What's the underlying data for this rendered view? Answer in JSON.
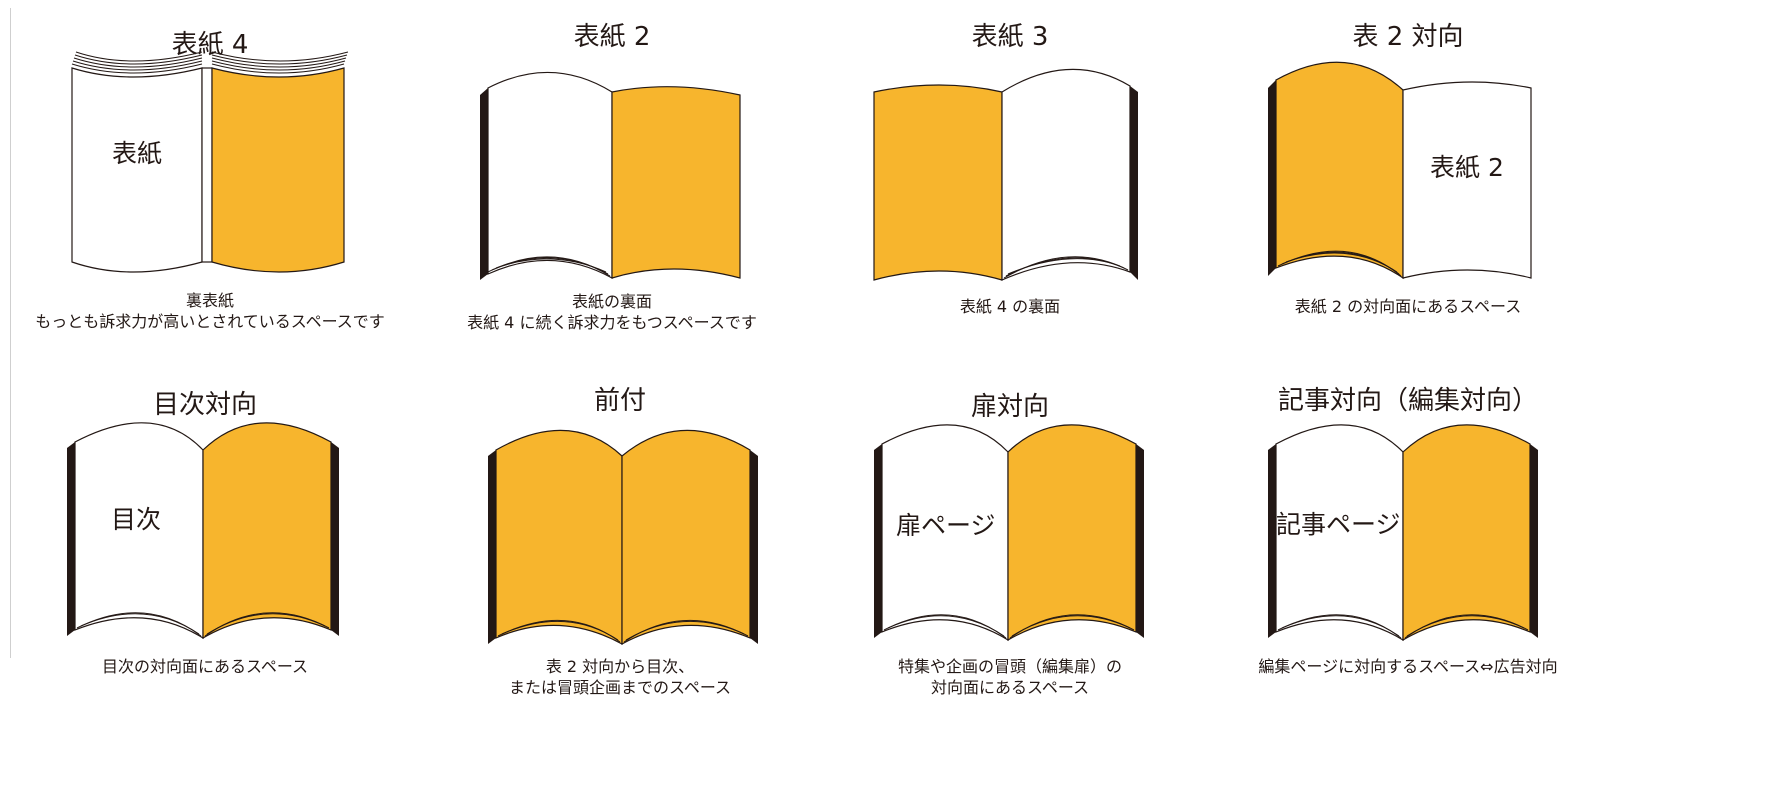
{
  "colors": {
    "highlight": "#F7B52D",
    "page": "#FFFFFF",
    "ink": "#231815"
  },
  "panels": [
    {
      "title": "表紙 4",
      "caption": [
        "裏表紙",
        "もっとも訴求力が高いとされているスペースです"
      ],
      "left_label": "表紙",
      "right_label": ""
    },
    {
      "title": "表紙 2",
      "caption": [
        "表紙の裏面",
        "表紙 4 に続く訴求力をもつスペースです"
      ],
      "left_label": "",
      "right_label": ""
    },
    {
      "title": "表紙 3",
      "caption": [
        "表紙 4 の裏面"
      ],
      "left_label": "",
      "right_label": ""
    },
    {
      "title": "表 2 対向",
      "caption": [
        "表紙 2 の対向面にあるスペース"
      ],
      "left_label": "",
      "right_label": "表紙 2"
    },
    {
      "title": "目次対向",
      "caption": [
        "目次の対向面にあるスペース"
      ],
      "left_label": "目次",
      "right_label": ""
    },
    {
      "title": "前付",
      "caption": [
        "表 2 対向から目次、",
        "または冒頭企画までのスペース"
      ],
      "left_label": "",
      "right_label": ""
    },
    {
      "title": "扉対向",
      "caption": [
        "特集や企画の冒頭（編集扉）の",
        "対向面にあるスペース"
      ],
      "left_label": "扉ページ",
      "right_label": ""
    },
    {
      "title": "記事対向（編集対向）",
      "caption": [
        "編集ページに対向するスペース⇔広告対向"
      ],
      "left_label": "記事ページ",
      "right_label": ""
    }
  ]
}
